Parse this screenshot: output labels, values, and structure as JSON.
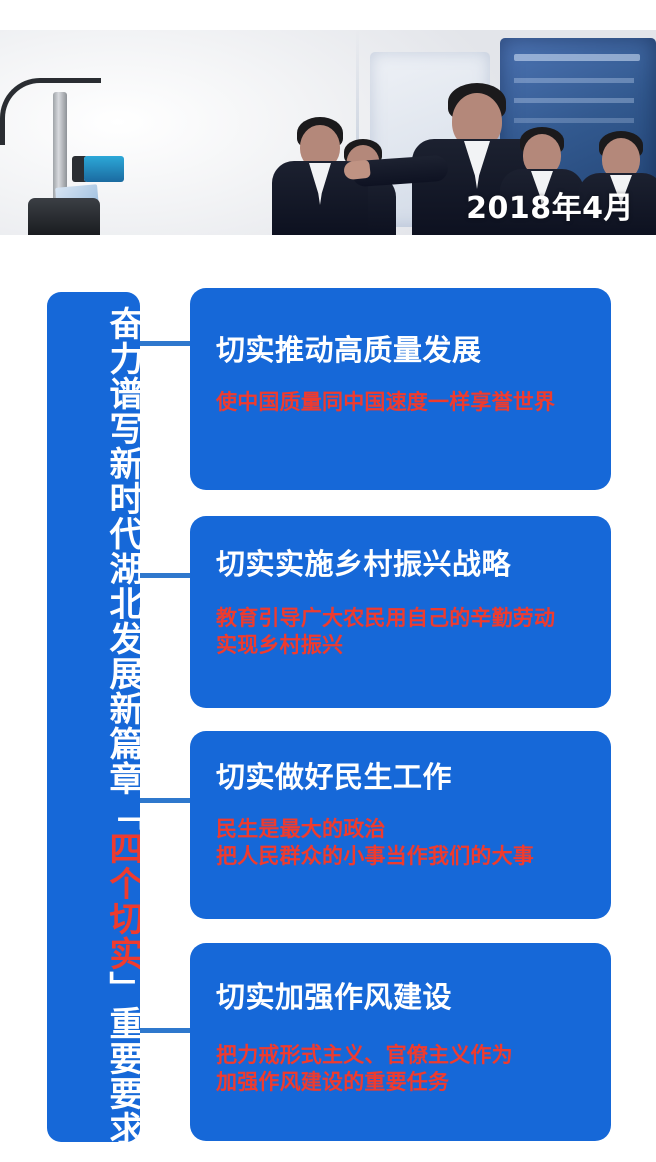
{
  "header": {
    "photo_caption": "2018年4月",
    "photo_alt": "领导人参观展厅照片"
  },
  "diagram": {
    "title_prefix": "奋力谱写新时代湖北发展新篇章「",
    "title_highlight": "四个切实",
    "title_suffix": "」重要要求",
    "colors": {
      "card_blue": "#1668d8",
      "connector_blue": "#2f78cd",
      "highlight_red": "#ef3b2e",
      "heading_white": "#ffffff",
      "page_background": "#ffffff"
    },
    "cards": [
      {
        "heading": "切实推动高质量发展",
        "sub_lines": [
          "使中国质量同中国速度一样享誉世界"
        ]
      },
      {
        "heading": "切实实施乡村振兴战略",
        "sub_lines": [
          "教育引导广大农民用自己的辛勤劳动",
          "实现乡村振兴"
        ]
      },
      {
        "heading": "切实做好民生工作",
        "sub_lines": [
          "民生是最大的政治",
          "把人民群众的小事当作我们的大事"
        ]
      },
      {
        "heading": "切实加强作风建设",
        "sub_lines": [
          "把力戒形式主义、官僚主义作为",
          "加强作风建设的重要任务"
        ]
      }
    ]
  }
}
